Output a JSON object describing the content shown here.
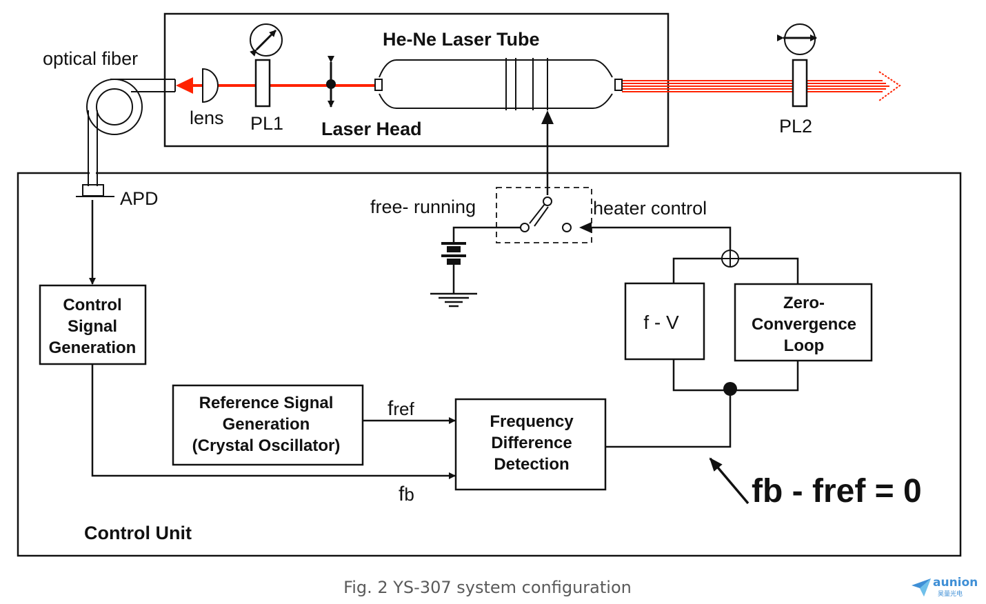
{
  "figure": {
    "caption": "Fig. 2 YS-307 system configuration",
    "brand": {
      "name": "aunion",
      "subtitle": "昊量光电",
      "color": "#3f8fd6"
    }
  },
  "colors": {
    "beam": "#ff2200",
    "line": "#111111",
    "caption": "#5a5a5a"
  },
  "laser_head": {
    "label": "Laser Head",
    "tube_label": "He-Ne Laser Tube",
    "components": {
      "fiber": "optical fiber",
      "lens": "lens",
      "polarizer1": "PL1",
      "polarizer2": "PL2"
    }
  },
  "control_unit": {
    "label": "Control Unit",
    "detector": "APD",
    "switch": {
      "left_label": "free- running",
      "right_label": "heater  control"
    },
    "blocks": {
      "control_signal": [
        "Control",
        "Signal",
        "Generation"
      ],
      "reference_signal": [
        "Reference Signal",
        "Generation",
        "(Crystal Oscillator)"
      ],
      "freq_diff": [
        "Frequency",
        "Difference",
        "Detection"
      ],
      "f_v": "f - V",
      "zero_conv": [
        "Zero-",
        "Convergence",
        "Loop"
      ]
    },
    "signals": {
      "fref_main": "f",
      "fref_sub": "ref",
      "fb_main": "f",
      "fb_sub": "b"
    },
    "equation": "fb - fref = 0"
  }
}
